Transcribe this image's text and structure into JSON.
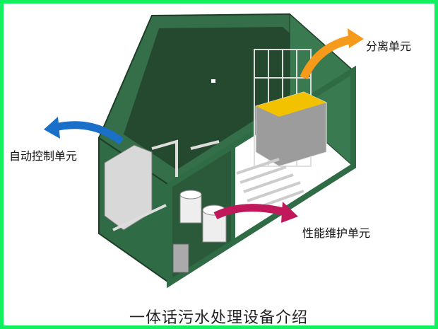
{
  "labels": {
    "separation_unit": "分离单元",
    "auto_control_unit": "自动控制单元",
    "maintenance_unit": "性能维护单元"
  },
  "caption": "一体话污水处理设备介绍",
  "colors": {
    "border": "#12f060",
    "container": "#2f6b45",
    "arrow_orange": "#f59a1a",
    "arrow_blue": "#1a6fc8",
    "arrow_magenta": "#c0185a"
  }
}
